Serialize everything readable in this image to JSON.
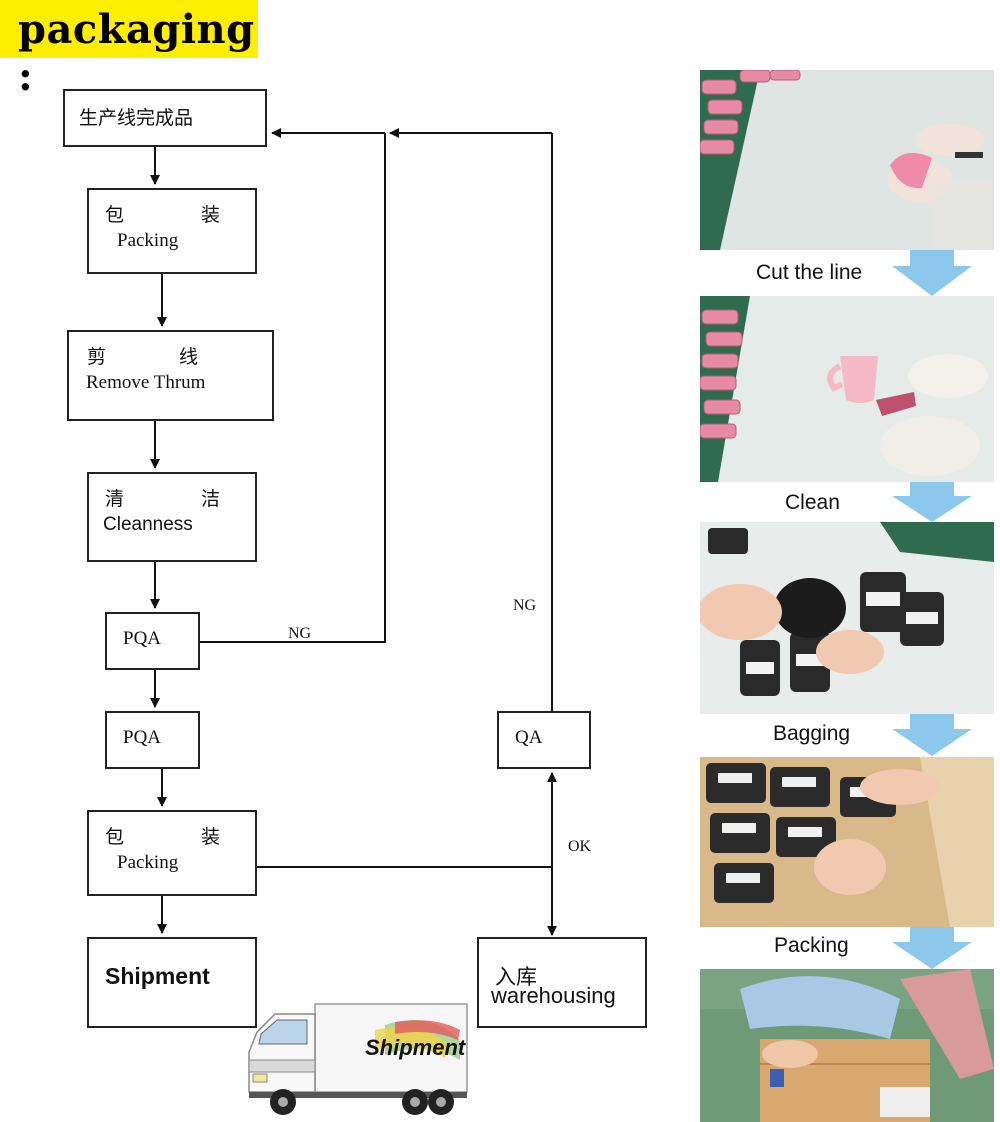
{
  "header": {
    "title": "packaging :"
  },
  "flow": {
    "finished": "生产线完成品",
    "pack1_cn_a": "包",
    "pack1_cn_b": "装",
    "pack1_en": "Packing",
    "remove_cn_a": "剪",
    "remove_cn_b": "线",
    "remove_en": "Remove Thrum",
    "clean_cn_a": "清",
    "clean_cn_b": "洁",
    "clean_en": "Cleanness",
    "pqa1": "PQA",
    "pqa2": "PQA",
    "pack2_cn_a": "包",
    "pack2_cn_b": "装",
    "pack2_en": "Packing",
    "shipment": "Shipment",
    "qa": "QA",
    "warehouse_cn": "入库",
    "warehouse_en": "warehousing",
    "ng1": "NG",
    "ng2": "NG",
    "ok": "OK"
  },
  "truck": {
    "label": "Shipment"
  },
  "steps": {
    "cut": "Cut the line",
    "clean": "Clean",
    "bagging": "Bagging",
    "packing": "Packing"
  },
  "colors": {
    "title_bg": "#ffee00",
    "step_arrow": "#8cc8ec"
  }
}
